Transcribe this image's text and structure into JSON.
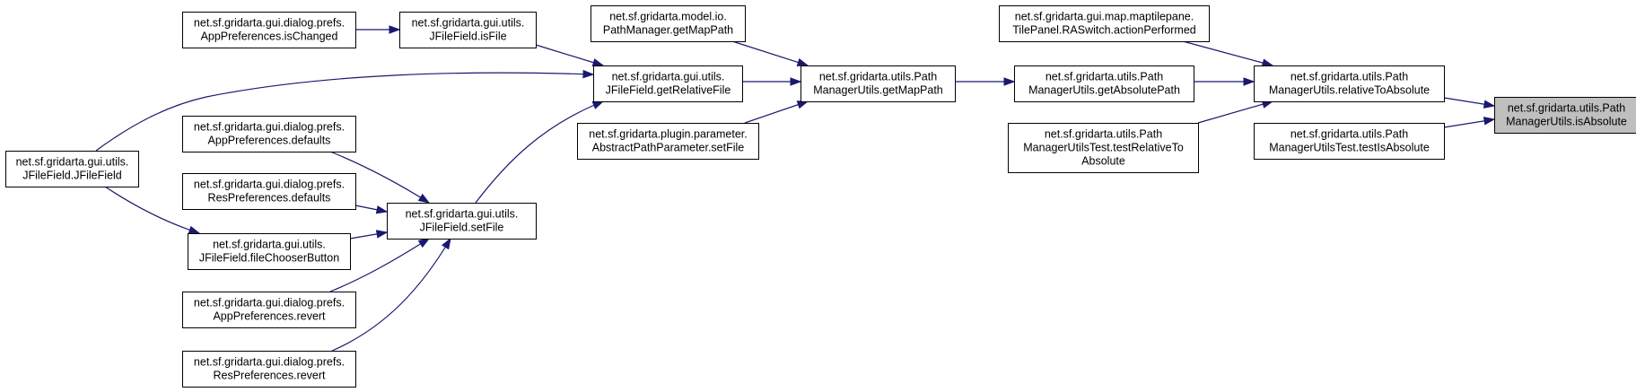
{
  "colors": {
    "edge": "#191970",
    "focus_fill": "#bfbfbf",
    "node_fill": "#ffffff",
    "node_border": "#000000"
  },
  "nodes": [
    {
      "id": "isAbsolute",
      "name": "node-pathmanagerutils-isabsolute",
      "lines": [
        "net.sf.gridarta.utils.Path",
        "ManagerUtils.isAbsolute"
      ],
      "focus": true
    },
    {
      "id": "relativeToAbsolute",
      "name": "node-pathmanagerutils-relativetoabsolute",
      "lines": [
        "net.sf.gridarta.utils.Path",
        "ManagerUtils.relativeToAbsolute"
      ]
    },
    {
      "id": "testIsAbsolute",
      "name": "node-pathmanagerutilstest-testisabsolute",
      "lines": [
        "net.sf.gridarta.utils.Path",
        "ManagerUtilsTest.testIsAbsolute"
      ]
    },
    {
      "id": "actionPerformed",
      "name": "node-tilepanel-raswitch-actionperformed",
      "lines": [
        "net.sf.gridarta.gui.map.maptilepane.",
        "TilePanel.RASwitch.actionPerformed"
      ]
    },
    {
      "id": "getAbsolutePath",
      "name": "node-pathmanagerutils-getabsolutepath",
      "lines": [
        "net.sf.gridarta.utils.Path",
        "ManagerUtils.getAbsolutePath"
      ]
    },
    {
      "id": "testRelativeToAbsolute",
      "name": "node-pathmanagerutilstest-testrelativetoabsolute",
      "lines": [
        "net.sf.gridarta.utils.Path",
        "ManagerUtilsTest.testRelativeTo",
        "Absolute"
      ]
    },
    {
      "id": "getMapPath",
      "name": "node-pathmanagerutils-getmappath",
      "lines": [
        "net.sf.gridarta.utils.Path",
        "ManagerUtils.getMapPath"
      ]
    },
    {
      "id": "pmGetMapPath",
      "name": "node-pathmanager-getmappath",
      "lines": [
        "net.sf.gridarta.model.io.",
        "PathManager.getMapPath"
      ]
    },
    {
      "id": "getRelativeFile",
      "name": "node-jfilefield-getrelativefile",
      "lines": [
        "net.sf.gridarta.gui.utils.",
        "JFileField.getRelativeFile"
      ]
    },
    {
      "id": "setFileParam",
      "name": "node-abstractpathparameter-setfile",
      "lines": [
        "net.sf.gridarta.plugin.parameter.",
        "AbstractPathParameter.setFile"
      ]
    },
    {
      "id": "isFile",
      "name": "node-jfilefield-isfile",
      "lines": [
        "net.sf.gridarta.gui.utils.",
        "JFileField.isFile"
      ]
    },
    {
      "id": "setFile",
      "name": "node-jfilefield-setfile",
      "lines": [
        "net.sf.gridarta.gui.utils.",
        "JFileField.setFile"
      ]
    },
    {
      "id": "isChanged",
      "name": "node-apppreferences-ischanged",
      "lines": [
        "net.sf.gridarta.gui.dialog.prefs.",
        "AppPreferences.isChanged"
      ]
    },
    {
      "id": "jFileField",
      "name": "node-jfilefield-jfilefield",
      "lines": [
        "net.sf.gridarta.gui.utils.",
        "JFileField.JFileField"
      ]
    },
    {
      "id": "appDefaults",
      "name": "node-apppreferences-defaults",
      "lines": [
        "net.sf.gridarta.gui.dialog.prefs.",
        "AppPreferences.defaults"
      ]
    },
    {
      "id": "resDefaults",
      "name": "node-respreferences-defaults",
      "lines": [
        "net.sf.gridarta.gui.dialog.prefs.",
        "ResPreferences.defaults"
      ]
    },
    {
      "id": "fileChooserButton",
      "name": "node-jfilefield-filechooserbutton",
      "lines": [
        "net.sf.gridarta.gui.utils.",
        "JFileField.fileChooserButton"
      ]
    },
    {
      "id": "appRevert",
      "name": "node-apppreferences-revert",
      "lines": [
        "net.sf.gridarta.gui.dialog.prefs.",
        "AppPreferences.revert"
      ]
    },
    {
      "id": "resRevert",
      "name": "node-respreferences-revert",
      "lines": [
        "net.sf.gridarta.gui.dialog.prefs.",
        "ResPreferences.revert"
      ]
    }
  ],
  "edges": [
    {
      "from": "relativeToAbsolute",
      "to": "isAbsolute"
    },
    {
      "from": "testIsAbsolute",
      "to": "isAbsolute"
    },
    {
      "from": "actionPerformed",
      "to": "relativeToAbsolute"
    },
    {
      "from": "getAbsolutePath",
      "to": "relativeToAbsolute"
    },
    {
      "from": "testRelativeToAbsolute",
      "to": "relativeToAbsolute"
    },
    {
      "from": "getMapPath",
      "to": "getAbsolutePath"
    },
    {
      "from": "pmGetMapPath",
      "to": "getMapPath"
    },
    {
      "from": "getRelativeFile",
      "to": "getMapPath"
    },
    {
      "from": "setFileParam",
      "to": "getMapPath"
    },
    {
      "from": "isFile",
      "to": "getRelativeFile"
    },
    {
      "from": "setFile",
      "to": "getRelativeFile"
    },
    {
      "from": "jFileField",
      "to": "getRelativeFile"
    },
    {
      "from": "isChanged",
      "to": "isFile"
    },
    {
      "from": "appDefaults",
      "to": "setFile"
    },
    {
      "from": "resDefaults",
      "to": "setFile"
    },
    {
      "from": "fileChooserButton",
      "to": "setFile"
    },
    {
      "from": "appRevert",
      "to": "setFile"
    },
    {
      "from": "resRevert",
      "to": "setFile"
    },
    {
      "from": "jFileField",
      "to": "fileChooserButton"
    }
  ]
}
